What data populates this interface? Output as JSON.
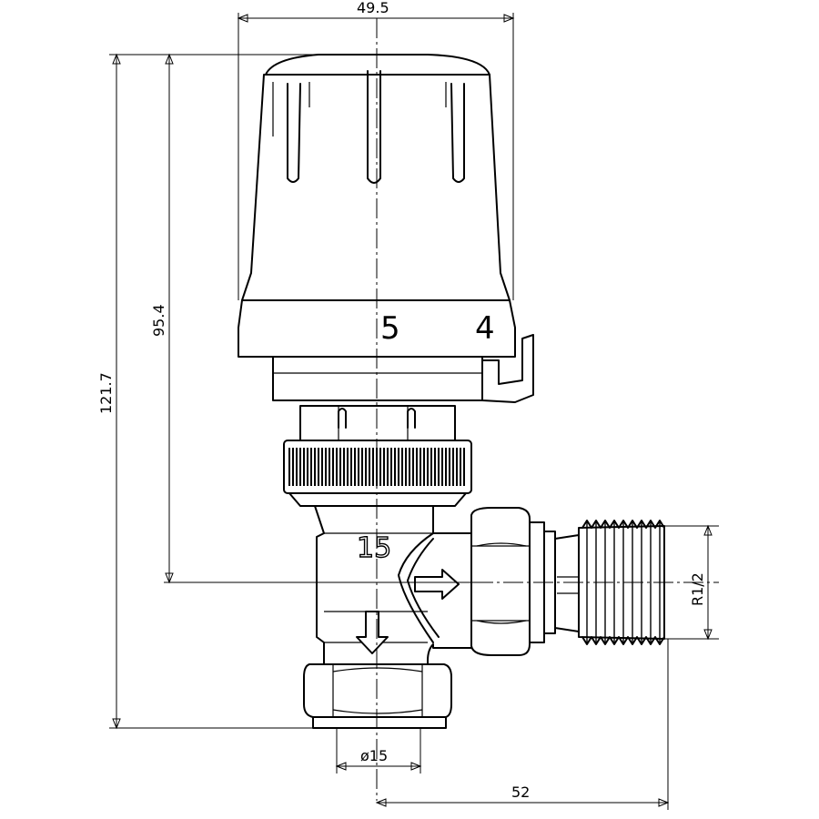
{
  "dimensions": {
    "top_width": "49.5",
    "height_inlet": "95.4",
    "height_total": "121.7",
    "thread": "R1/2",
    "pipe_diameter": "ø15",
    "offset": "52"
  },
  "knob": {
    "scale_primary": "5",
    "scale_secondary": "4"
  },
  "body_marking": "15",
  "colors": {
    "line": "#000000",
    "background": "#ffffff"
  }
}
